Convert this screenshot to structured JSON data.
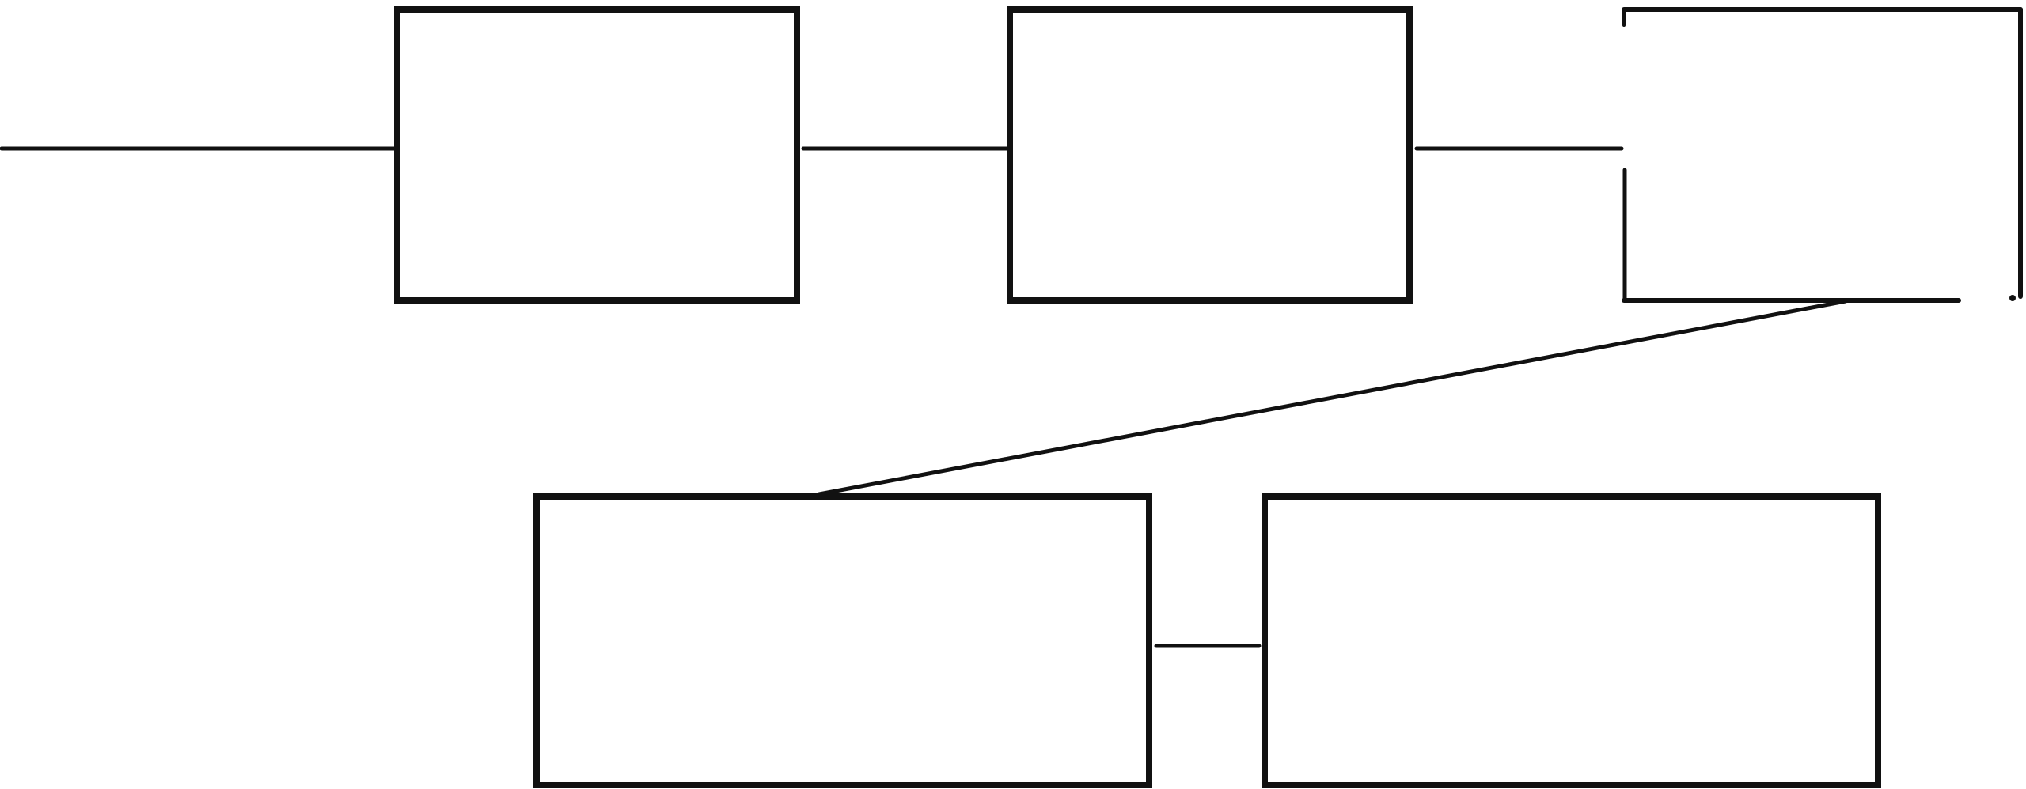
{
  "diagram": {
    "type": "flow",
    "stroke_color": "#111111",
    "background_color": "#ffffff",
    "style": "hand-drawn sketch",
    "nodes": [
      {
        "id": "box-1",
        "label": "",
        "row": 1,
        "complete": true
      },
      {
        "id": "box-2",
        "label": "",
        "row": 1,
        "complete": true
      },
      {
        "id": "box-3",
        "label": "",
        "row": 1,
        "complete": false
      },
      {
        "id": "box-4",
        "label": "",
        "row": 2,
        "complete": true
      },
      {
        "id": "box-5",
        "label": "",
        "row": 2,
        "complete": true
      }
    ],
    "edges": [
      {
        "from": "input",
        "to": "box-1"
      },
      {
        "from": "box-1",
        "to": "box-2"
      },
      {
        "from": "box-2",
        "to": "box-3"
      },
      {
        "from": "box-3",
        "to": "box-4",
        "kind": "diagonal"
      },
      {
        "from": "box-4",
        "to": "box-5"
      }
    ]
  }
}
